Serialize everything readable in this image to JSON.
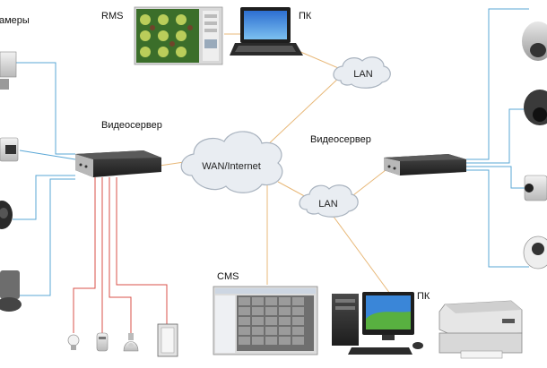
{
  "labels": {
    "cameras": "амеры",
    "rms": "RMS",
    "pc_top": "ПК",
    "videoserver_left": "Видеосервер",
    "videoserver_right": "Видеосервер",
    "cms": "CMS",
    "pc_bottom": "ПК"
  },
  "clouds": {
    "wan": "WAN/Internet",
    "lan_top": "LAN",
    "lan_mid": "LAN"
  },
  "colors": {
    "network_link": "#e8b878",
    "camera_link": "#5aa7d6",
    "sensor_link": "#d9524a",
    "cloud_fill": "#e9edf2",
    "cloud_stroke": "#a9b3bf"
  }
}
